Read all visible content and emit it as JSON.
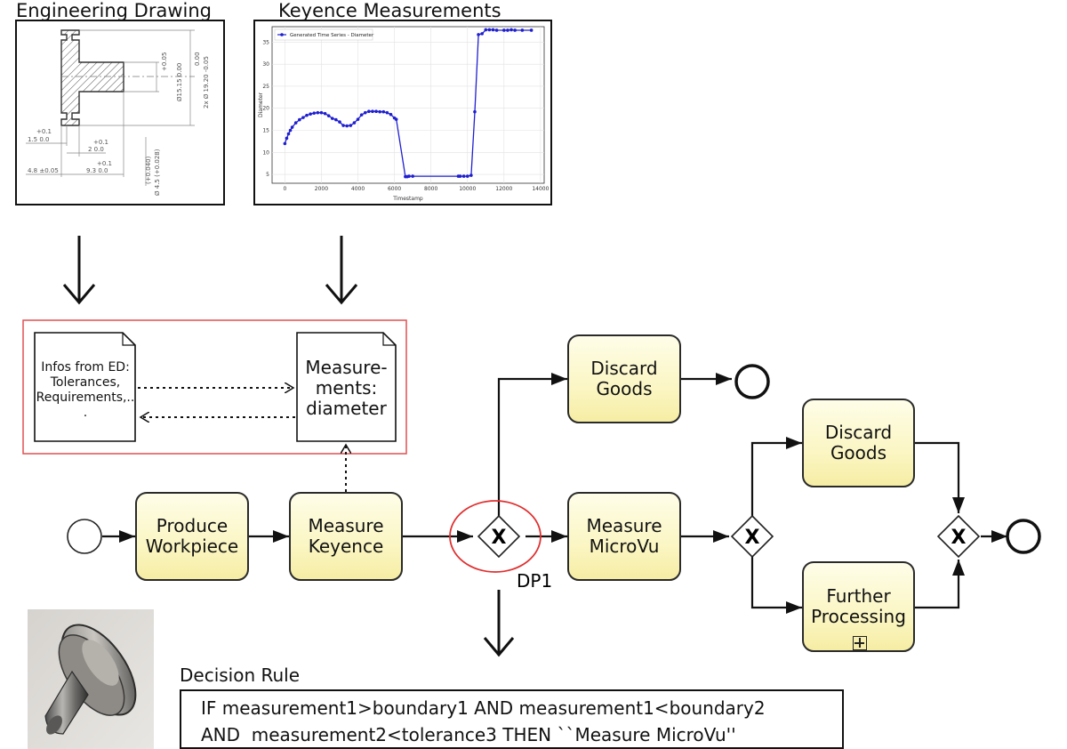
{
  "panels": {
    "drawing_title": "Engineering Drawing",
    "keyence_title": "Keyence Measurements"
  },
  "drawing": {
    "dims": [
      "+0.1",
      "1.5   0.0",
      "+0.1",
      "2   0.0",
      "4.8 ±0.05",
      "+0.1",
      "9.3   0.0",
      "+0.05",
      "Ø15.15  0.00",
      "0.00",
      "2x  Ø 19.20 -0.05",
      "(+0.040)",
      "Ø 4.5 (+0.028)"
    ]
  },
  "chart_data": {
    "type": "line",
    "legend": "Generated Time Series - Diameter",
    "legend_position": "top-left",
    "xlabel": "Timestamp",
    "ylabel": "Diameter",
    "xlim": [
      -700,
      14200
    ],
    "ylim": [
      3,
      38.5
    ],
    "xticks": [
      0,
      2000,
      4000,
      6000,
      8000,
      10000,
      12000,
      14000
    ],
    "yticks": [
      5,
      10,
      15,
      20,
      25,
      30,
      35
    ],
    "grid": true,
    "color": "#1f1fd0",
    "series": [
      {
        "x": [
          0,
          100,
          200,
          300,
          400,
          600,
          800,
          1000,
          1200,
          1400,
          1600,
          1800,
          2000,
          2200,
          2400,
          2600,
          2800,
          3000,
          3200,
          3400,
          3600,
          3800,
          4000,
          4200,
          4400,
          4600,
          4800,
          5000,
          5200,
          5400,
          5600,
          5800,
          6000,
          6100,
          6600,
          6700,
          6800,
          7000,
          9500,
          9600,
          9800,
          10000,
          10200,
          10400,
          10600,
          10800,
          11000,
          11200,
          11400,
          11600,
          12000,
          12200,
          12400,
          12600,
          13000,
          13500
        ],
        "values": [
          12.0,
          13.2,
          14.2,
          15.0,
          15.7,
          16.7,
          17.4,
          17.9,
          18.4,
          18.7,
          18.9,
          19.0,
          19.0,
          18.8,
          18.3,
          17.7,
          17.4,
          16.9,
          16.1,
          16.0,
          16.1,
          16.7,
          17.5,
          18.5,
          19.0,
          19.3,
          19.3,
          19.3,
          19.2,
          19.2,
          19.0,
          18.6,
          17.8,
          17.5,
          4.5,
          4.5,
          4.6,
          4.6,
          4.6,
          4.6,
          4.6,
          4.6,
          4.8,
          19.2,
          36.7,
          36.9,
          37.8,
          37.8,
          37.8,
          37.7,
          37.7,
          37.7,
          37.8,
          37.7,
          37.7,
          37.7
        ]
      }
    ]
  },
  "docs": {
    "left_text": "Infos from ED:\nTolerances,\nRequirements,..\n.",
    "right_text": "Measure-\nments:\ndiameter"
  },
  "tasks": {
    "produce": "Produce\nWorkpiece",
    "keyence": "Measure\nKeyence",
    "discard_top": "Discard\nGoods",
    "microvu": "Measure\nMicroVu",
    "discard_right": "Discard\nGoods",
    "further": "Further\nProcessing"
  },
  "gateways": {
    "symbol": "X",
    "dp_label": "DP1"
  },
  "rule": {
    "title": "Decision Rule",
    "line1": "IF measurement1>boundary1 AND measurement1<boundary2",
    "line2": "AND  measurement2<tolerance3 THEN ``Measure MicroVu''"
  },
  "colors": {
    "task_fill": "#fbf6c4",
    "highlight": "#e03030",
    "series": "#1f1fd0"
  }
}
